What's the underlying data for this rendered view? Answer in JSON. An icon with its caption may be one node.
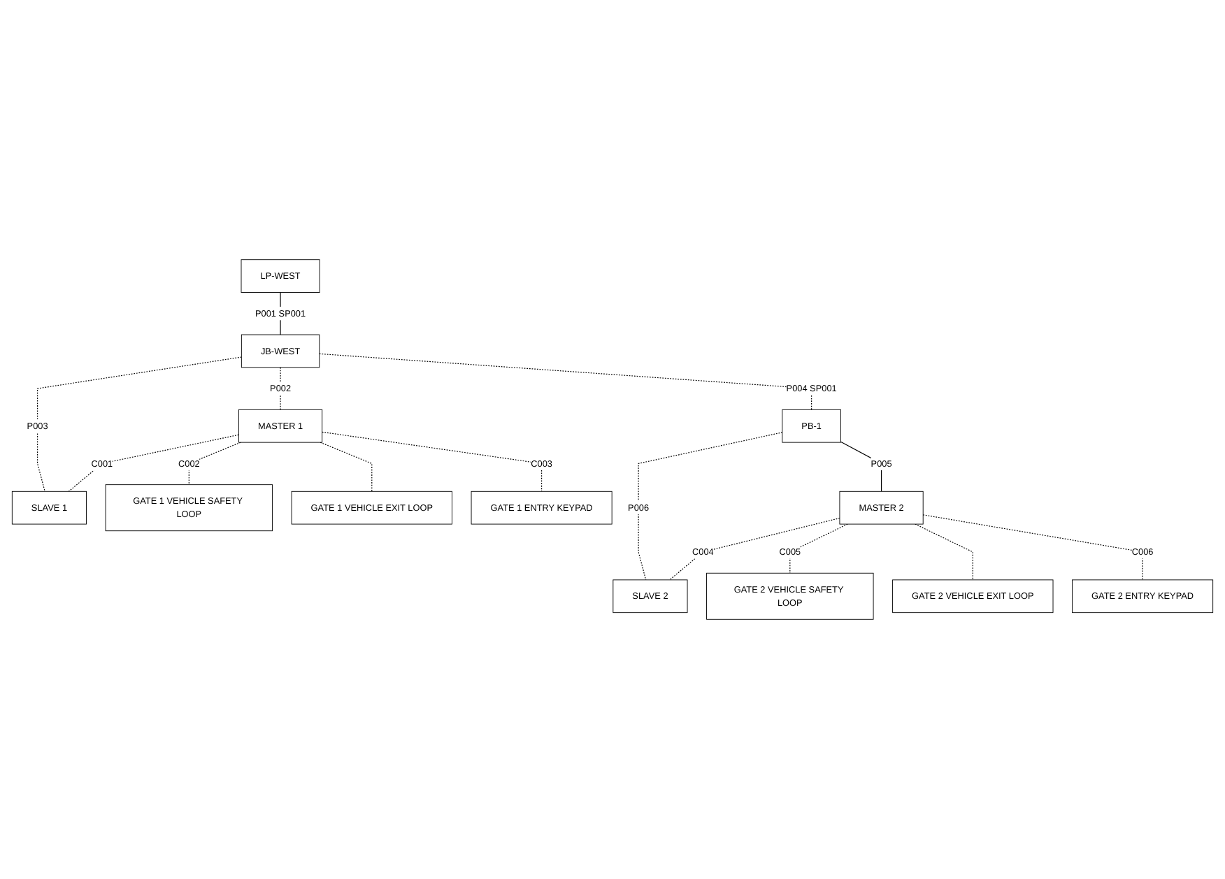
{
  "diagram": {
    "nodes": [
      {
        "text": [
          "LP-WEST"
        ]
      },
      {
        "text": [
          "JB-WEST"
        ]
      },
      {
        "text": [
          "MASTER 1"
        ]
      },
      {
        "text": [
          "SLAVE 1"
        ]
      },
      {
        "text": [
          "GATE 1 VEHICLE SAFETY LOOP"
        ]
      },
      {
        "text": [
          "GATE 1 VEHICLE EXIT LOOP"
        ]
      },
      {
        "text": [
          "GATE 1 ENTRY KEYPAD"
        ]
      },
      {
        "text": [
          "PB-1"
        ]
      },
      {
        "text": [
          "MASTER 2"
        ]
      },
      {
        "text": [
          "SLAVE 2"
        ]
      },
      {
        "text": [
          "GATE 2 VEHICLE SAFETY LOOP"
        ]
      },
      {
        "text": [
          "GATE 2 VEHICLE EXIT LOOP"
        ]
      },
      {
        "text": [
          "GATE 2 ENTRY KEYPAD"
        ]
      }
    ],
    "edges": [
      {
        "from": 0,
        "to": 1,
        "arrow": "none",
        "label": "P001 SP001"
      },
      {
        "from": 1,
        "to": 3,
        "arrow": "none",
        "label": "P003",
        "style": "dashed"
      },
      {
        "from": 1,
        "to": 2,
        "arrow": "none",
        "label": "P002",
        "style": "dashed"
      },
      {
        "from": 2,
        "to": 3,
        "arrow": "none",
        "label": "C001",
        "style": "dashed"
      },
      {
        "from": 2,
        "to": 4,
        "arrow": "none",
        "label": "C002",
        "style": "dashed"
      },
      {
        "from": 2,
        "to": 5,
        "arrow": "none",
        "style": "dashed"
      },
      {
        "from": 2,
        "to": 6,
        "arrow": "none",
        "label": "C003",
        "style": "dashed"
      },
      {
        "from": 1,
        "to": 7,
        "arrow": "none",
        "label": "P004 SP001",
        "style": "dashed"
      },
      {
        "from": 7,
        "to": 9,
        "arrow": "none",
        "label": "P006",
        "style": "dashed"
      },
      {
        "from": 7,
        "to": 8,
        "arrow": "none",
        "label": "P005"
      },
      {
        "from": 8,
        "to": 9,
        "arrow": "none",
        "label": "C004",
        "style": "dashed"
      },
      {
        "from": 8,
        "to": 10,
        "arrow": "none",
        "label": "C005",
        "style": "dashed"
      },
      {
        "from": 8,
        "to": 11,
        "arrow": "none",
        "style": "dashed"
      },
      {
        "from": 8,
        "to": 12,
        "arrow": "none",
        "label": "C006",
        "style": "dashed"
      }
    ]
  }
}
